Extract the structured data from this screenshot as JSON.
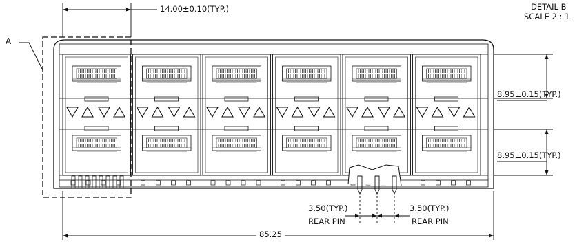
{
  "detail": {
    "title": "DETAIL B",
    "scale": "SCALE 2 : 1"
  },
  "labels": {
    "detail_a": "A",
    "pitch_horizontal": "14.00±0.10(TYP.)",
    "pitch_vertical_top": "8.95±0.15(TYP.)",
    "pitch_vertical_bottom": "8.95±0.15(TYP.)",
    "rear_pin_left_value": "3.50(TYP.)",
    "rear_pin_left_text": "REAR PIN",
    "rear_pin_right_value": "3.50(TYP.)",
    "rear_pin_right_text": "REAR PIN",
    "overall_width": "85.25"
  },
  "cage": {
    "columns": 6,
    "rows": 2
  },
  "colors": {
    "line": "#111111",
    "background": "#ffffff"
  }
}
